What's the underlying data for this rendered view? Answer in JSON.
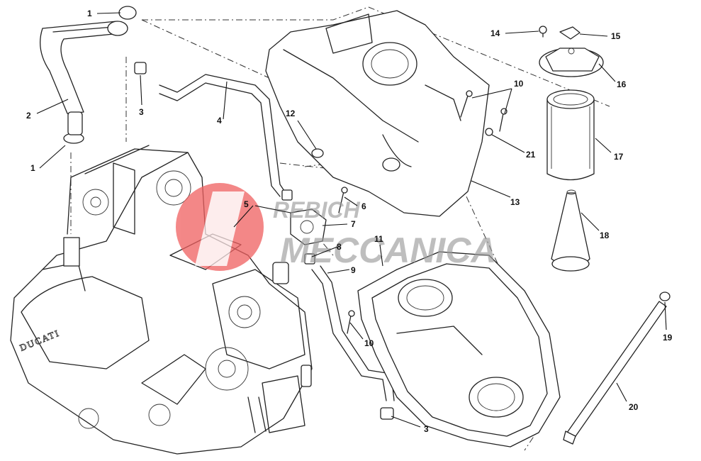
{
  "callouts": [
    {
      "id": "1",
      "label": "1"
    },
    {
      "id": "1b",
      "label": "1"
    },
    {
      "id": "2",
      "label": "2"
    },
    {
      "id": "3",
      "label": "3"
    },
    {
      "id": "3b",
      "label": "3"
    },
    {
      "id": "4",
      "label": "4"
    },
    {
      "id": "5",
      "label": "5"
    },
    {
      "id": "6",
      "label": "6"
    },
    {
      "id": "7",
      "label": "7"
    },
    {
      "id": "8",
      "label": "8"
    },
    {
      "id": "9",
      "label": "9"
    },
    {
      "id": "10",
      "label": "10"
    },
    {
      "id": "10b",
      "label": "10"
    },
    {
      "id": "11",
      "label": "11"
    },
    {
      "id": "12",
      "label": "12"
    },
    {
      "id": "13",
      "label": "13"
    },
    {
      "id": "14",
      "label": "14"
    },
    {
      "id": "15",
      "label": "15"
    },
    {
      "id": "16",
      "label": "16"
    },
    {
      "id": "17",
      "label": "17"
    },
    {
      "id": "18",
      "label": "18"
    },
    {
      "id": "19",
      "label": "19"
    },
    {
      "id": "20",
      "label": "20"
    },
    {
      "id": "21",
      "label": "21"
    }
  ],
  "watermark": {
    "line1": "REBICH",
    "line2": "MECCANICA",
    "logo_color": "#f06060",
    "text_color": "#9a9a9a"
  },
  "engine_brand": "DUCATI"
}
